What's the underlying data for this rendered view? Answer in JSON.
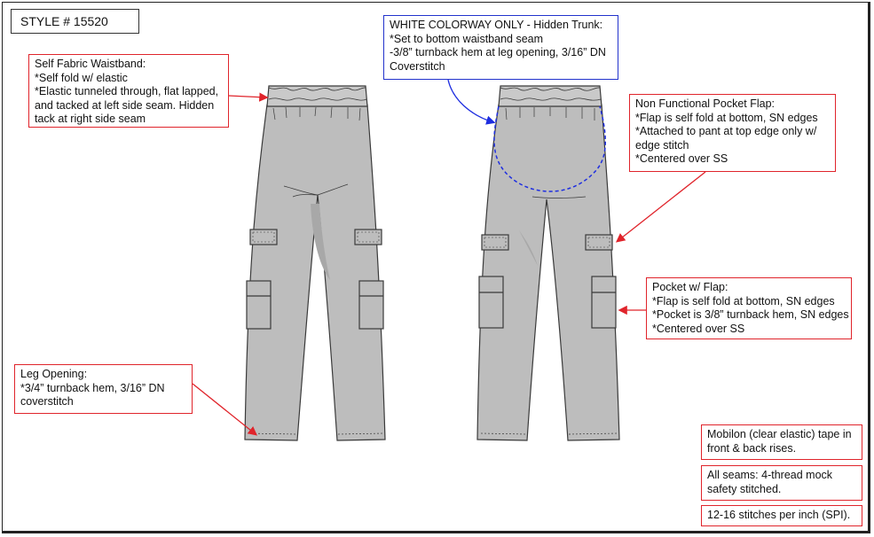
{
  "style_label": "STYLE # 15520",
  "colors": {
    "fabric": "#bdbdbd",
    "outline": "#3a3a3a",
    "note_border": "#e0242b",
    "callout_arrow": "#e0242b",
    "trunk_outline": "#1e2ee0"
  },
  "notes": {
    "waistband": {
      "lines": [
        "Self Fabric Waistband:",
        "*Self fold w/ elastic",
        "*Elastic tunneled through, flat lapped,",
        "and tacked at left side seam. Hidden",
        "tack at right side seam"
      ]
    },
    "trunk": {
      "lines": [
        "WHITE COLORWAY ONLY - Hidden Trunk:",
        "*Set to bottom waistband seam",
        "-3/8” turnback hem at leg opening, 3/16” DN",
        "Coverstitch"
      ]
    },
    "pocket_flap": {
      "lines": [
        "Non Functional Pocket Flap:",
        "*Flap is self fold at bottom, SN edges",
        "*Attached to pant at top edge only w/",
        "edge stitch",
        "*Centered over SS"
      ]
    },
    "pocket": {
      "lines": [
        "Pocket w/ Flap:",
        "*Flap is self fold at bottom, SN edges",
        "*Pocket is 3/8” turnback hem, SN edges",
        "*Centered over SS"
      ]
    },
    "leg_opening": {
      "lines": [
        "Leg Opening:",
        "*3/4” turnback hem, 3/16” DN",
        "coverstitch"
      ]
    },
    "mobilon": {
      "lines": [
        "Mobilon (clear elastic) tape in",
        "front & back rises."
      ]
    },
    "seams": {
      "lines": [
        "All seams: 4-thread mock",
        "safety stitched."
      ]
    },
    "spi": {
      "lines": [
        "12-16 stitches per inch (SPI)."
      ]
    }
  }
}
